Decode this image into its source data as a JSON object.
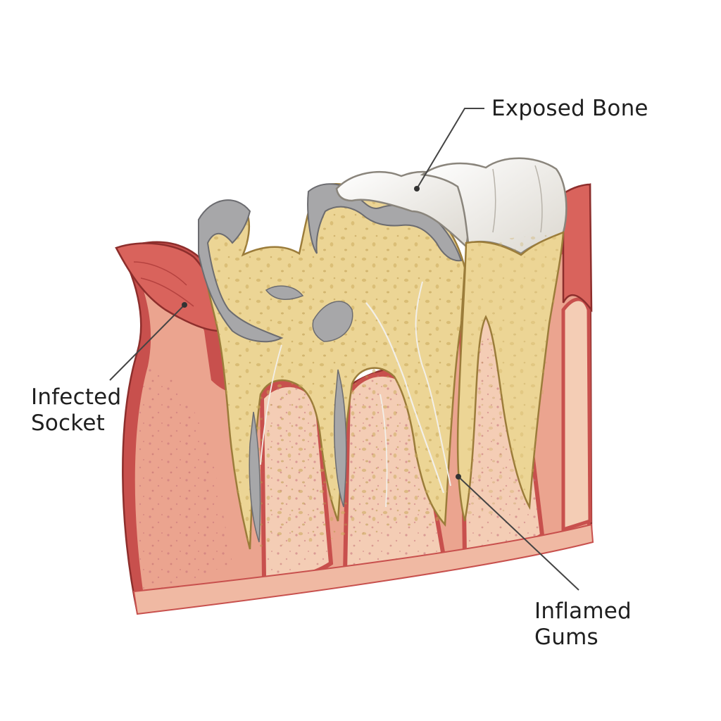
{
  "diagram": {
    "labels": {
      "exposed_bone": {
        "lines": [
          "Exposed Bone"
        ]
      },
      "infected_socket": {
        "lines": [
          "Infected",
          "Socket"
        ]
      },
      "inflamed_gums": {
        "lines": [
          "Inflamed",
          "Gums"
        ]
      }
    },
    "colors": {
      "background": "#ffffff",
      "gum_red": "#c8504d",
      "gum_pink": "#eba48f",
      "gum_light": "#f4cdb5",
      "bone_yellow": "#ecd595",
      "necrotic_gray": "#a7a7a9",
      "enamel_white": "#f3f1ec",
      "leader_line": "#444444"
    }
  }
}
